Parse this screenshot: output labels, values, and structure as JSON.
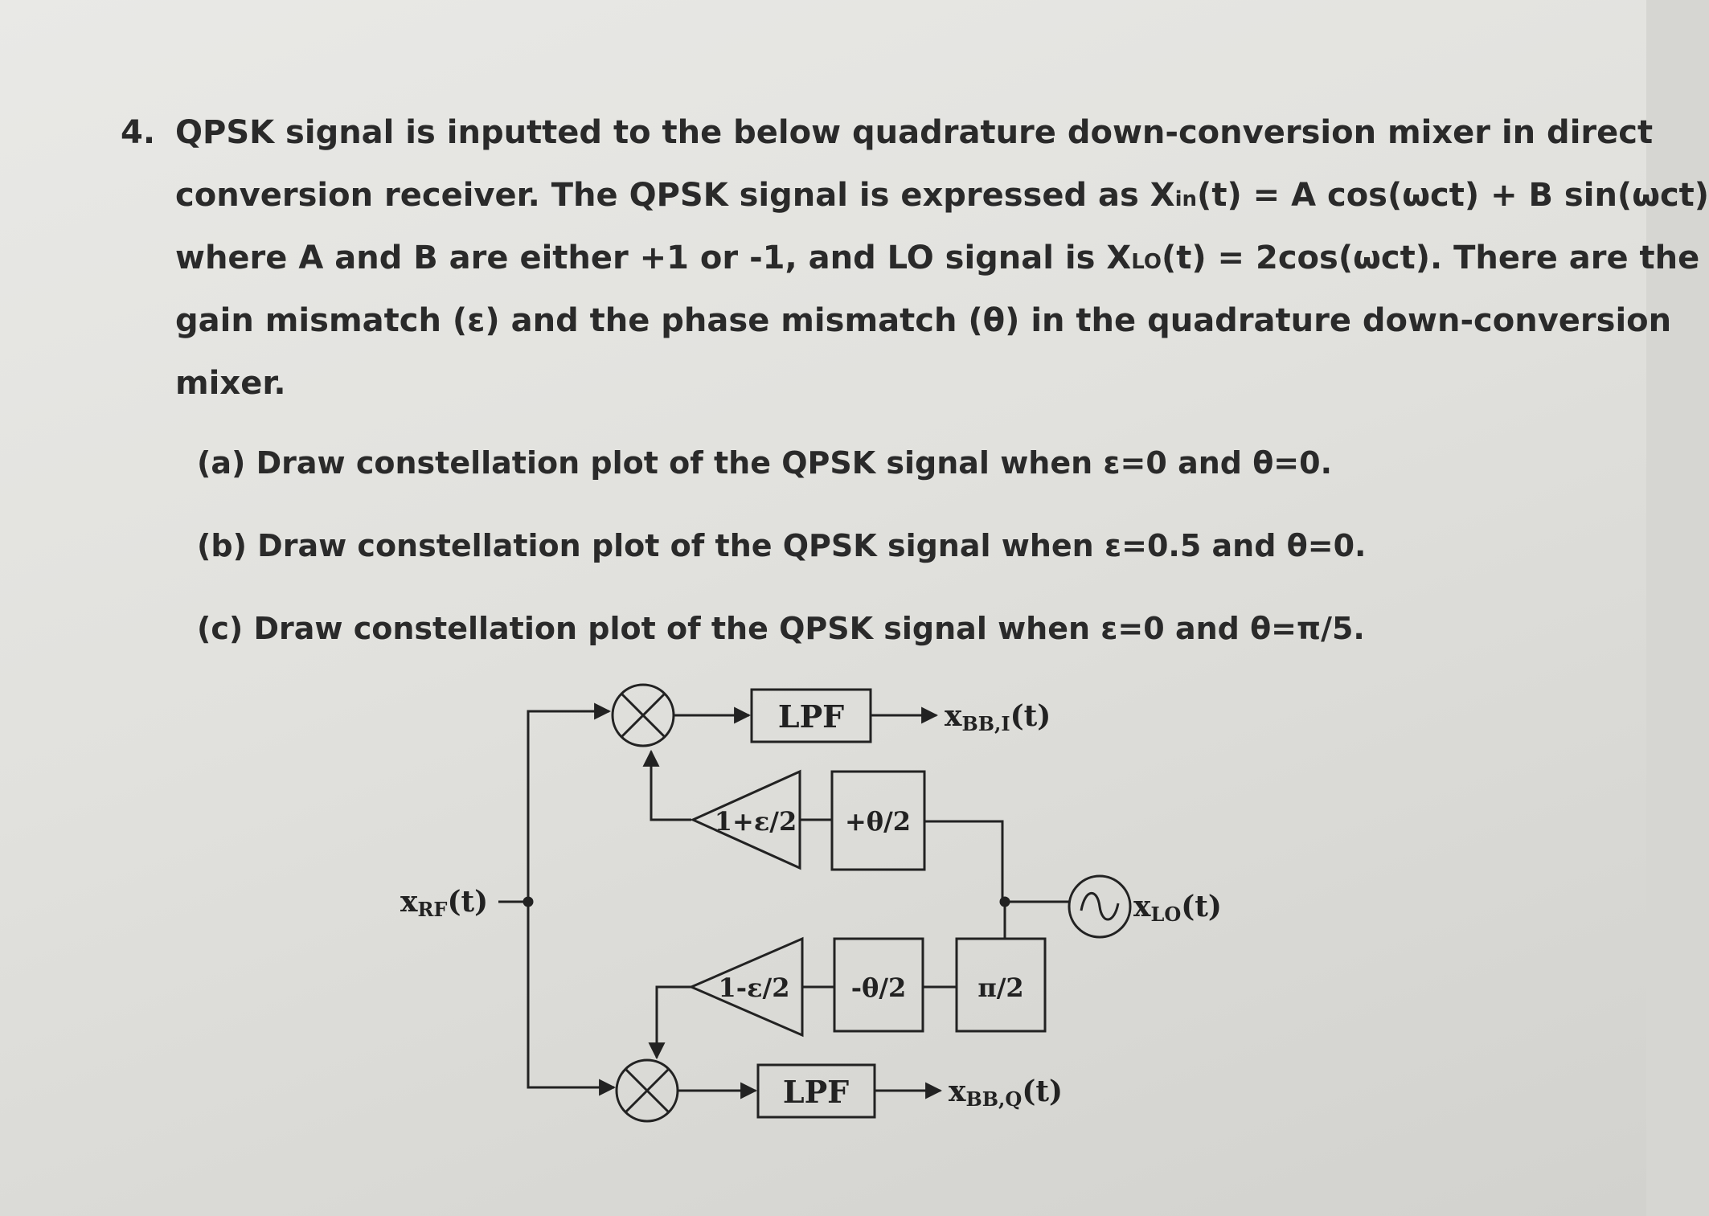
{
  "problem": {
    "number": "4.",
    "lines": [
      "QPSK signal is inputted to the below quadrature down-conversion mixer in direct",
      "conversion receiver. The QPSK signal is expressed as X",
      "where A and B are either +1 or -1, and LO signal is X",
      "gain mismatch (ε) and the phase mismatch (θ) in the quadrature down-conversion",
      "mixer."
    ],
    "line2_sub": "in",
    "line2_rest": "(t) = A cos(ωct) + B sin(ωct)",
    "line3_sub": "LO",
    "line3_rest": "(t) = 2cos(ωct). There are the",
    "parts": [
      "(a) Draw constellation plot of the QPSK signal when ε=0 and θ=0.",
      "(b) Draw constellation plot of the QPSK signal when ε=0.5 and θ=0.",
      "(c) Draw constellation plot of the QPSK signal when ε=0 and θ=π/5."
    ]
  },
  "diagram": {
    "input_label": "x",
    "input_sub": "RF",
    "input_arg": "(t)",
    "lpf_top": "LPF",
    "lpf_bottom": "LPF",
    "out_i_label": "x",
    "out_i_sub": "BB,I",
    "out_i_arg": "(t)",
    "out_q_label": "x",
    "out_q_sub": "BB,Q",
    "out_q_arg": "(t)",
    "gain_top": "1+ε/2",
    "gain_bottom": "1-ε/2",
    "phase_top": "+θ/2",
    "phase_bottom": "-θ/2",
    "shift": "π/2",
    "lo_label": "x",
    "lo_sub": "LO",
    "lo_arg": "(t)"
  }
}
